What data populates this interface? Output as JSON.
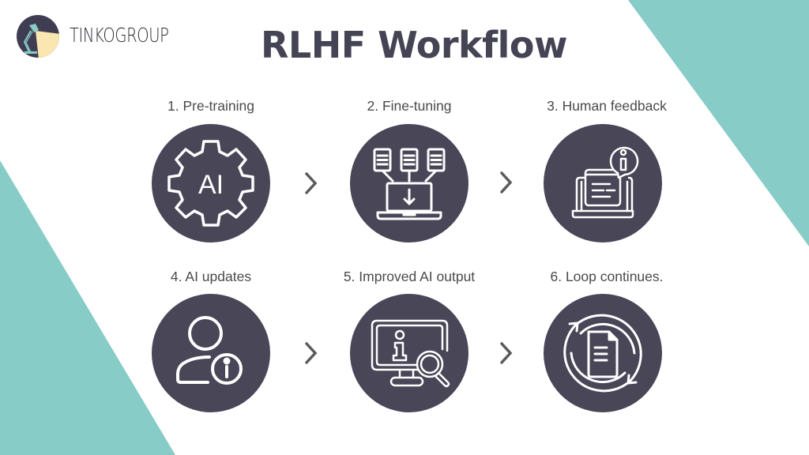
{
  "brand": {
    "logo_icon": "desk-lamp-logo",
    "name": "TINKOGROUP"
  },
  "title": "RLHF Workflow",
  "colors": {
    "accent_teal": "#88ccc8",
    "circle_fill": "#484657",
    "title_color": "#454454",
    "label_color": "#4a4a4a",
    "chevron_color": "#5b5b5b",
    "lamp_light": "#f9e6b0"
  },
  "steps": [
    {
      "label": "1. Pre-training",
      "icon": "ai-gear-icon"
    },
    {
      "label": "2. Fine-tuning",
      "icon": "documents-to-laptop-icon"
    },
    {
      "label": "3. Human feedback",
      "icon": "laptop-info-feedback-icon"
    },
    {
      "label": "4. AI updates",
      "icon": "user-info-icon"
    },
    {
      "label": "5. Improved AI output",
      "icon": "monitor-info-search-icon"
    },
    {
      "label": "6. Loop continues.",
      "icon": "document-loop-icon"
    }
  ],
  "ai_text": "AI",
  "arrow_icon": "chevron-right-icon"
}
